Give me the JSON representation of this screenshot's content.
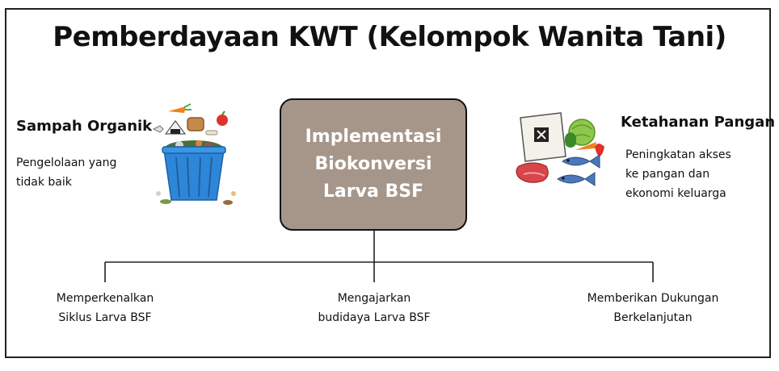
{
  "title": "Pemberdayaan KWT (Kelompok Wanita Tani)",
  "center": {
    "lines": [
      "Implementasi",
      "Biokonversi",
      "Larva BSF"
    ],
    "fill": "#a6968a"
  },
  "left": {
    "heading": "Sampah Organik",
    "desc": [
      "Pengelolaan yang",
      "tidak baik"
    ],
    "icon": "organic-waste-bin-icon"
  },
  "right": {
    "heading": "Ketahanan Pangan",
    "desc": [
      "Peningkatan akses",
      "ke pangan dan",
      "ekonomi keluarga"
    ],
    "icon": "food-groceries-icon"
  },
  "branches": [
    {
      "lines": [
        "Memperkenalkan",
        "Siklus Larva BSF"
      ]
    },
    {
      "lines": [
        "Mengajarkan",
        "budidaya Larva BSF"
      ]
    },
    {
      "lines": [
        "Memberikan Dukungan",
        "Berkelanjutan"
      ]
    }
  ]
}
